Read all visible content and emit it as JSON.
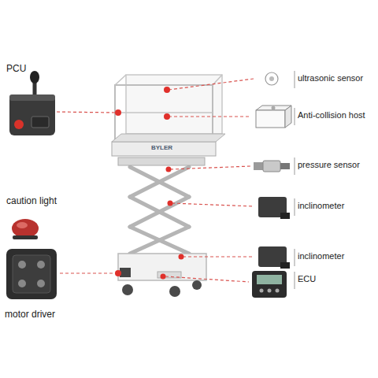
{
  "diagram": {
    "labels": [
      "PCU",
      "caution light",
      "motor driver",
      "ultrasonic sensor",
      "Anti-collision host",
      "pressure sensor",
      "inclinometer",
      "inclinometer",
      "ECU",
      "BYLER"
    ]
  }
}
